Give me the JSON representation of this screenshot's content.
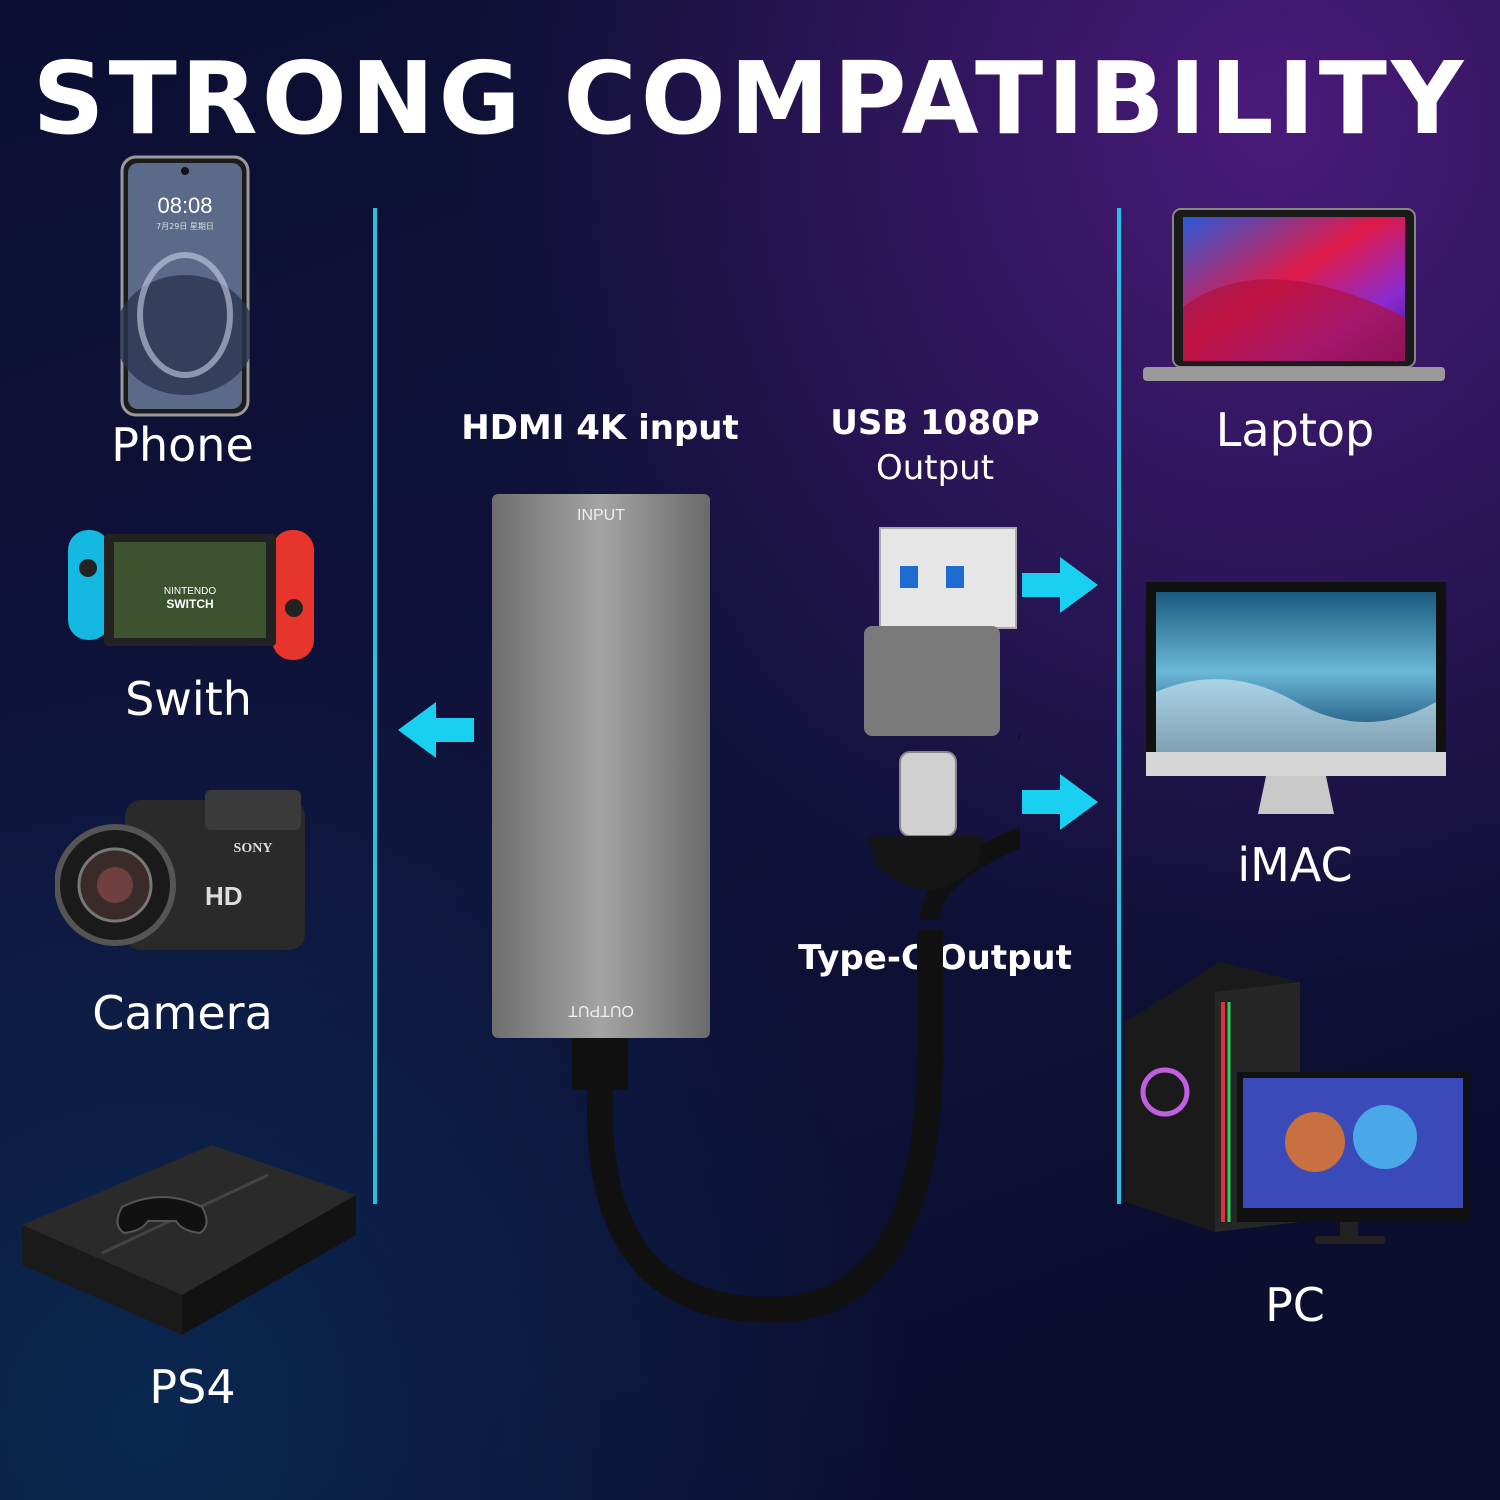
{
  "title": "STRONG COMPATIBILITY",
  "left_devices": [
    {
      "label": "Phone",
      "icon": "phone-icon"
    },
    {
      "label": "Swith",
      "icon": "game-console-icon"
    },
    {
      "label": "Camera",
      "icon": "camcorder-icon"
    },
    {
      "label": "PS4",
      "icon": "ps4-icon"
    }
  ],
  "right_devices": [
    {
      "label": "Laptop",
      "icon": "laptop-icon"
    },
    {
      "label": "iMAC",
      "icon": "imac-icon"
    },
    {
      "label": "PC",
      "icon": "pc-icon"
    }
  ],
  "adapter": {
    "hdmi_label": "HDMI 4K input",
    "usb_label_line1": "USB 1080P",
    "usb_label_line2": "Output",
    "typec_label": "Type-C Output",
    "port_input": "INPUT",
    "port_output": "OUTPUT"
  },
  "phone_screen": {
    "time": "08:08",
    "date": "7月29日 星期日"
  },
  "switch_screen": {
    "line1": "NINTENDO",
    "line2": "SWITCH"
  },
  "camera_text": {
    "brand": "SONY",
    "badge": "HD"
  },
  "colors": {
    "accent": "#25c3e0",
    "arrow": "#1ad0f0",
    "adapter": "#8a8a8a"
  }
}
